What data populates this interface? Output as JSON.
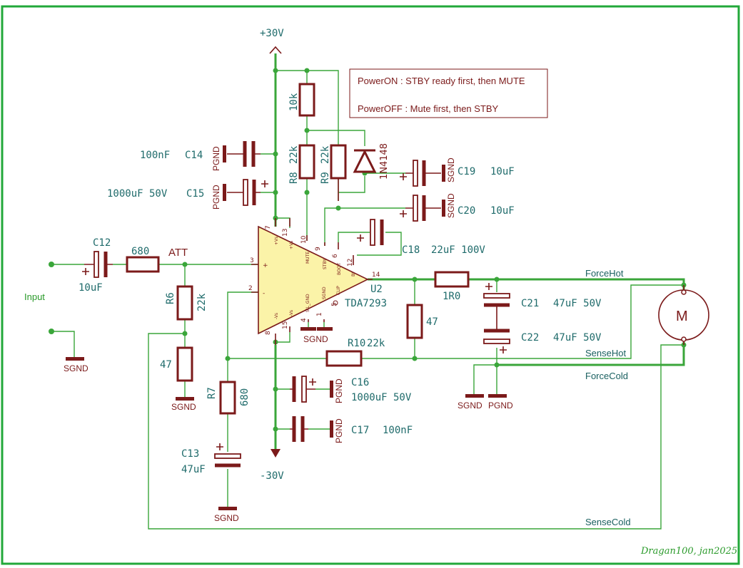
{
  "rails": {
    "positive": "+30V",
    "negative": "-30V"
  },
  "note": {
    "line1": "PowerON : STBY ready first, then MUTE",
    "line2": "PowerOFF : Mute first, then STBY"
  },
  "nets": {
    "input": "Input",
    "att": "ATT",
    "force_hot": "ForceHot",
    "sense_hot": "SenseHot",
    "force_cold": "ForceCold",
    "sense_cold": "SenseCold"
  },
  "ic": {
    "ref": "U2",
    "part": "TDA7293",
    "pins": {
      "p7": "7",
      "p13": "13",
      "p10": "10",
      "p9": "9",
      "p6": "6",
      "p12": "12",
      "p14": "14",
      "p3": "3",
      "p2": "2",
      "p8": "8",
      "p15": "15",
      "p4": "4",
      "p1": "1",
      "p5": "5"
    },
    "pin_names": {
      "vs1": "+Vs",
      "vs2": "+Vs",
      "mute": "MUTE",
      "stby": "STBY",
      "boot": "BOOT",
      "bi": "BI",
      "clip": "CLIP",
      "sgnd": "SGND",
      "silgnd": "SIL_GND",
      "nvs1": "-Vs",
      "nvs2": "-Vs",
      "plus": "+",
      "minus": "-"
    }
  },
  "components": {
    "c12": {
      "ref": "C12",
      "value": "10uF"
    },
    "r_in": {
      "value": "680"
    },
    "r6": {
      "ref": "R6",
      "value": "22k"
    },
    "r_47a": {
      "value": "47"
    },
    "r7": {
      "ref": "R7",
      "value": "680"
    },
    "c13": {
      "ref": "C13",
      "value": "47uF"
    },
    "c14": {
      "ref": "C14",
      "value": "100nF"
    },
    "c15": {
      "ref": "C15",
      "value": "1000uF 50V"
    },
    "r_10k": {
      "value": "10k"
    },
    "r8": {
      "ref": "R8",
      "value": "22k"
    },
    "r9": {
      "ref": "R9",
      "value": "22k"
    },
    "d1": {
      "value": "1N4148"
    },
    "c19": {
      "ref": "C19",
      "value": "10uF"
    },
    "c20": {
      "ref": "C20",
      "value": "10uF"
    },
    "c18": {
      "ref": "C18",
      "value": "22uF 100V"
    },
    "r_1r0": {
      "value": "1R0"
    },
    "r_47b": {
      "value": "47"
    },
    "r10": {
      "ref": "R10",
      "value": "22k"
    },
    "c21": {
      "ref": "C21",
      "value": "47uF 50V"
    },
    "c22": {
      "ref": "C22",
      "value": "47uF 50V"
    },
    "c16": {
      "ref": "C16",
      "value": "1000uF 50V"
    },
    "c17": {
      "ref": "C17",
      "value": "100nF"
    },
    "motor": {
      "value": "M"
    }
  },
  "grounds": {
    "sgnd": "SGND",
    "pgnd": "PGND"
  },
  "signature": "Dragan100, jan2025",
  "colors": {
    "wire": "#3aa63a",
    "component": "#7b1a1a",
    "label": "#1f6b6b",
    "ic_fill": "#fbf3a8"
  }
}
